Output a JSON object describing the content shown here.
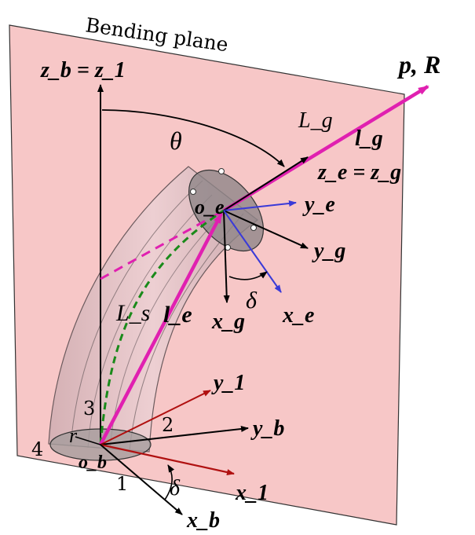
{
  "title": "Bending plane",
  "labels": {
    "zb_eq_z1": "z_b = z_1",
    "p_R": "p, R",
    "Lg": "L_g",
    "lg": "l_g",
    "theta": "θ",
    "ze_eq_zg": "z_e = z_g",
    "oe": "o_e",
    "ye": "y_e",
    "yg": "y_g",
    "delta_top": "δ",
    "xg": "x_g",
    "xe": "x_e",
    "Ls": "L_s",
    "le": "l_e",
    "y1": "y_1",
    "yb": "y_b",
    "x1": "x_1",
    "xb": "x_b",
    "ob": "o_b",
    "r": "r",
    "delta_bottom": "δ",
    "n1": "1",
    "n2": "2",
    "n3": "3",
    "n4": "4"
  },
  "colors": {
    "plane_fill": "#f7c7c7",
    "magenta": "#e020b0",
    "green_dashed": "#1a8a1a",
    "blue": "#3a3ad8",
    "red": "#b01010",
    "black": "#000000"
  }
}
